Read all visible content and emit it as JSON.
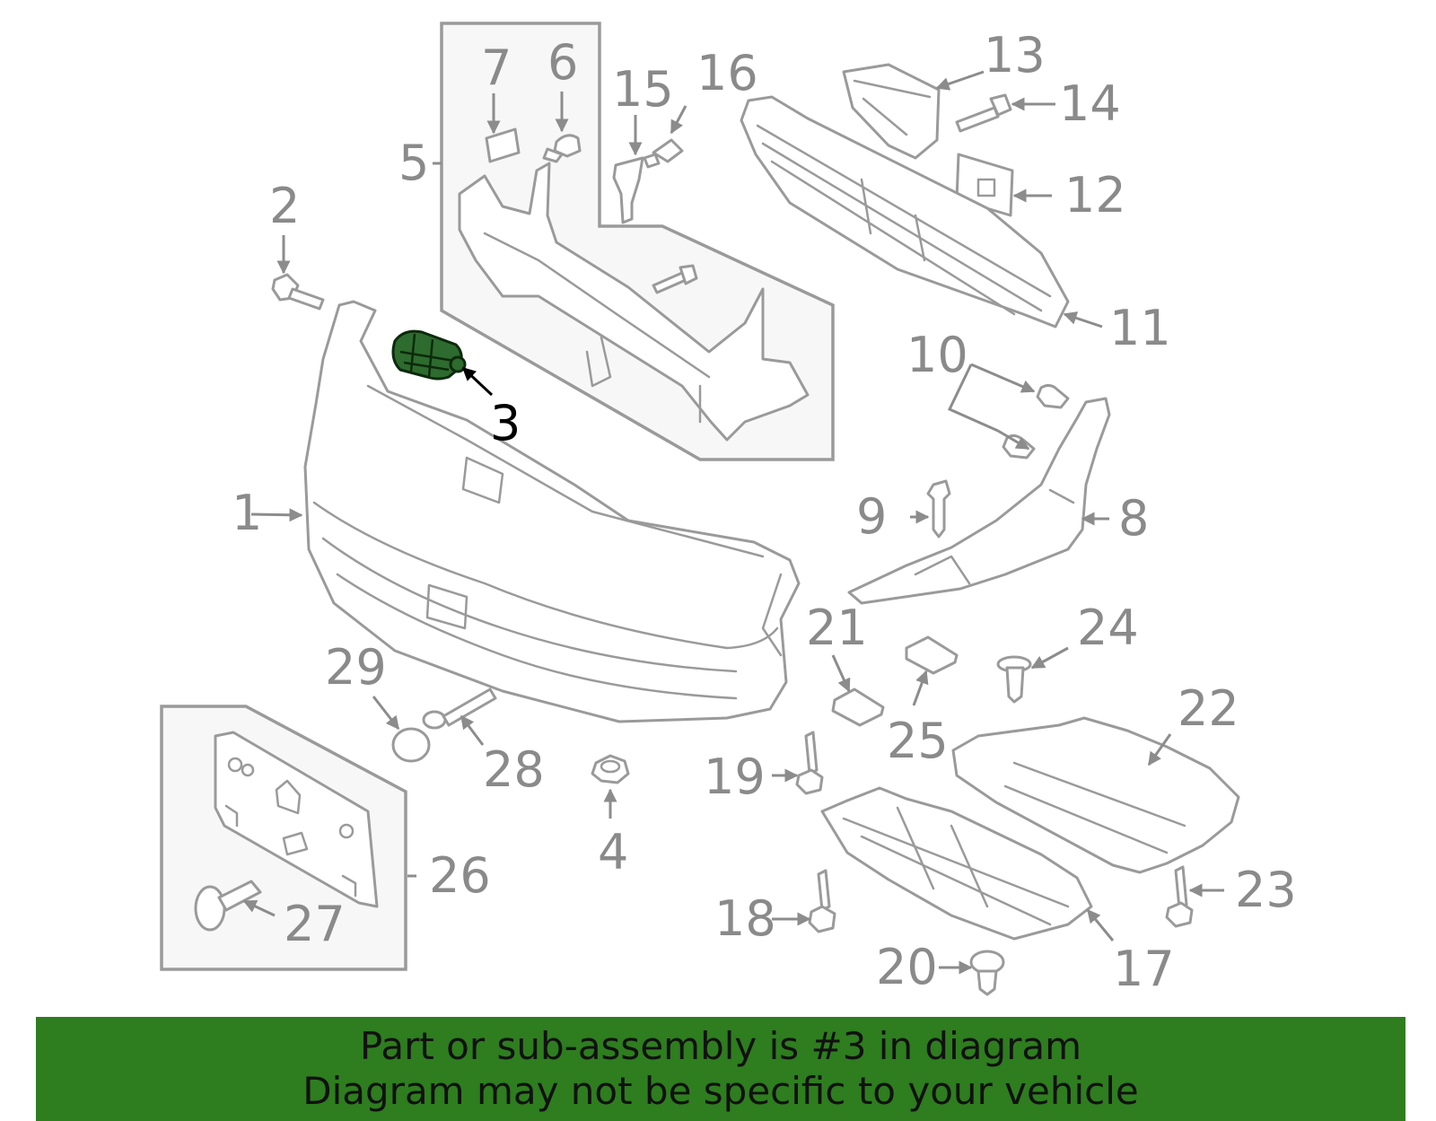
{
  "diagram": {
    "callouts": [
      "1",
      "2",
      "3",
      "4",
      "5",
      "6",
      "7",
      "8",
      "9",
      "10",
      "11",
      "12",
      "13",
      "14",
      "15",
      "16",
      "17",
      "18",
      "19",
      "20",
      "21",
      "22",
      "23",
      "24",
      "25",
      "26",
      "27",
      "28",
      "29"
    ],
    "highlighted_part": "3",
    "colors": {
      "highlight": "#2e6b2e",
      "line": "#9a9a9a",
      "banner": "#2e7d1f"
    }
  },
  "banner": {
    "line1": "Part or sub-assembly is #3 in diagram",
    "line2": "Diagram may not be specific to your vehicle"
  }
}
